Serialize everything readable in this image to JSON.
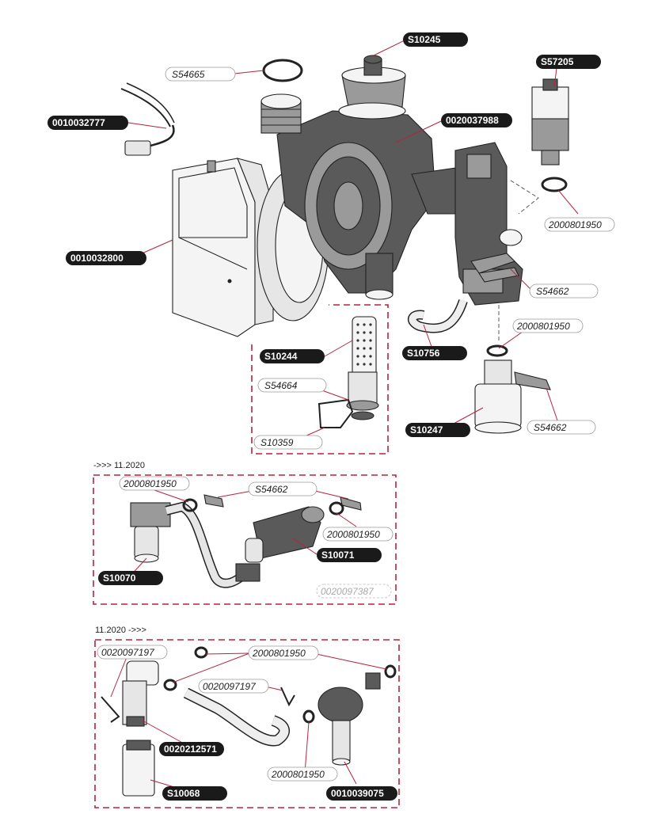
{
  "labels": {
    "s10245": "S10245",
    "s54665": "S54665",
    "s57205": "S57205",
    "p0010032777": "0010032777",
    "p0020037988": "0020037988",
    "p2000801950_a": "2000801950",
    "p0010032800": "0010032800",
    "s54662_a": "S54662",
    "p2000801950_b": "2000801950",
    "s10244": "S10244",
    "s10756": "S10756",
    "s54664": "S54664",
    "s10247": "S10247",
    "s54662_b": "S54662",
    "s10359": "S10359",
    "p2000801950_c": "2000801950",
    "s54662_c": "S54662",
    "p2000801950_d": "2000801950",
    "s10071": "S10071",
    "s10070": "S10070",
    "p0020097387": "0020097387",
    "p0020097197_a": "0020097197",
    "p2000801950_e": "2000801950",
    "p0020097197_b": "0020097197",
    "p0020212571": "0020212571",
    "p2000801950_f": "2000801950",
    "s10068": "S10068",
    "p0010039075": "0010039075"
  },
  "sections": {
    "before": "->>> 11.2020",
    "after": "11.2020 ->>>"
  },
  "colors": {
    "accent": "#b5243e",
    "label_dark": "#1a1a1a",
    "label_light": "#ffffff"
  }
}
